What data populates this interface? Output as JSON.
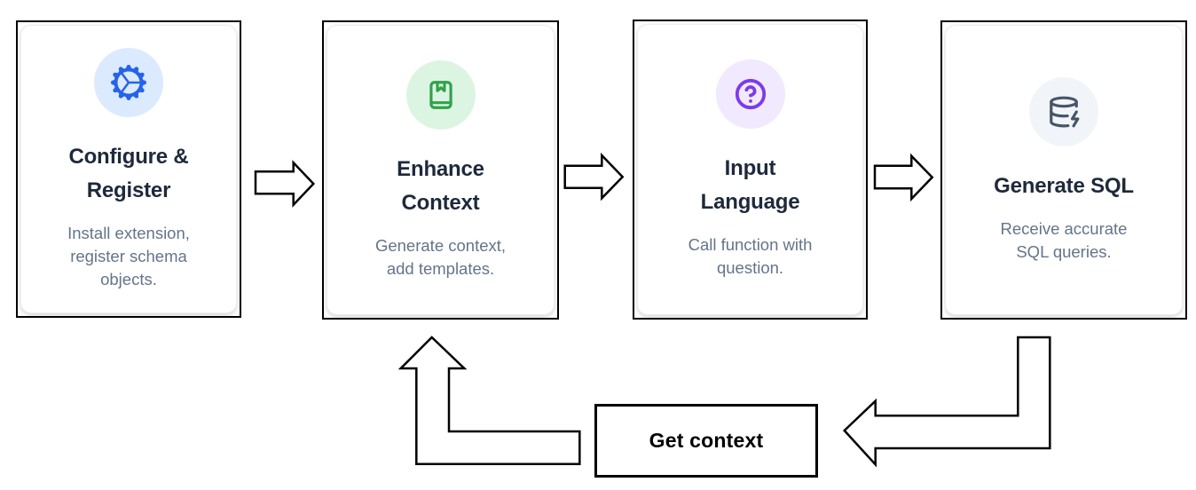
{
  "diagram": {
    "steps": [
      {
        "title": "Configure & Register",
        "title_lines": [
          "Configure &",
          "Register"
        ],
        "description": "Install extension, register schema objects.",
        "description_lines": [
          "Install extension,",
          "register schema",
          "objects."
        ],
        "icon": "gear-icon",
        "icon_color": "#2563eb",
        "icon_bg": "#dbeafe"
      },
      {
        "title": "Enhance Context",
        "title_lines": [
          "Enhance",
          "Context"
        ],
        "description": "Generate context, add templates.",
        "description_lines": [
          "Generate context,",
          "add templates."
        ],
        "icon": "book-marked-icon",
        "icon_color": "#31a24c",
        "icon_bg": "#dcf5e2"
      },
      {
        "title": "Input Language",
        "title_lines": [
          "Input",
          "Language"
        ],
        "description": "Call function with question.",
        "description_lines": [
          "Call function with",
          "question."
        ],
        "icon": "help-circle-icon",
        "icon_color": "#7c3aed",
        "icon_bg": "#f1e9fd"
      },
      {
        "title": "Generate SQL",
        "title_lines": [
          "Generate SQL"
        ],
        "description": "Receive accurate SQL queries.",
        "description_lines": [
          "Receive accurate",
          "SQL queries."
        ],
        "icon": "database-zap-icon",
        "icon_color": "#475569",
        "icon_bg": "#f1f4f8"
      }
    ],
    "loop_label": "Get context",
    "colors": {
      "card_border": "#000000",
      "arrow_stroke": "#000000",
      "arrow_fill": "#ffffff",
      "title_text": "#1e293b",
      "description_text": "#64748b",
      "background": "#ffffff"
    }
  }
}
